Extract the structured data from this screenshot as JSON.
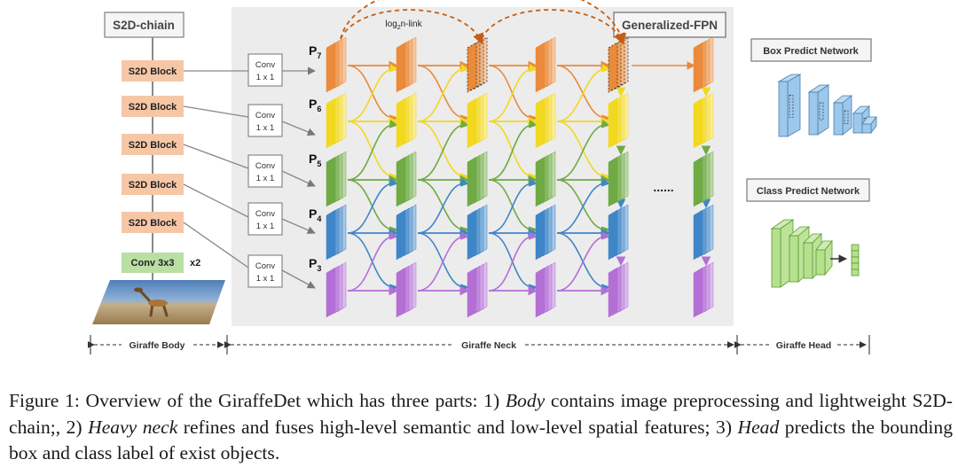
{
  "figure": {
    "body": {
      "title": "S2D-chiain",
      "blocks": [
        "S2D Block",
        "S2D Block",
        "S2D Block",
        "S2D Block",
        "S2D Block"
      ],
      "conv3": "Conv 3x3",
      "conv3_mult": "x2"
    },
    "convs": [
      {
        "line1": "Conv",
        "line2": "1 x 1"
      },
      {
        "line1": "Conv",
        "line2": "1 x 1"
      },
      {
        "line1": "Conv",
        "line2": "1 x 1"
      },
      {
        "line1": "Conv",
        "line2": "1 x 1"
      },
      {
        "line1": "Conv",
        "line2": "1 x 1"
      }
    ],
    "neck": {
      "title": "Generalized-FPN",
      "link_label": "log",
      "link_label_sub": "2",
      "link_label_tail": "n-link",
      "levels": [
        {
          "base": "P",
          "sub": "7"
        },
        {
          "base": "P",
          "sub": "6"
        },
        {
          "base": "P",
          "sub": "5"
        },
        {
          "base": "P",
          "sub": "4"
        },
        {
          "base": "P",
          "sub": "3"
        }
      ],
      "ellipsis": "......",
      "level_colors": [
        "#ea8a3a",
        "#f2d81f",
        "#6faa44",
        "#3f86c8",
        "#b36fd6"
      ]
    },
    "head": {
      "box_title": "Box Predict Network",
      "class_title": "Class Predict Network",
      "box_color": "#9cc8ec",
      "class_color": "#b6e08e"
    },
    "bottom_labels": {
      "body": "Giraffe Body",
      "neck": "Giraffe Neck",
      "head": "Giraffe Head"
    }
  },
  "caption": {
    "label": "Figure 1:",
    "intro": "Overview of the GiraffeDet which has three parts: 1)",
    "term1": "Body",
    "part1": "contains image preprocessing and lightweight S2D-chain;, 2)",
    "term2": "Heavy neck",
    "part2": "refines and fuses high-level semantic and low-level spatial features; 3)",
    "term3": "Head",
    "part3": "predicts the bounding box and class label of exist objects."
  }
}
